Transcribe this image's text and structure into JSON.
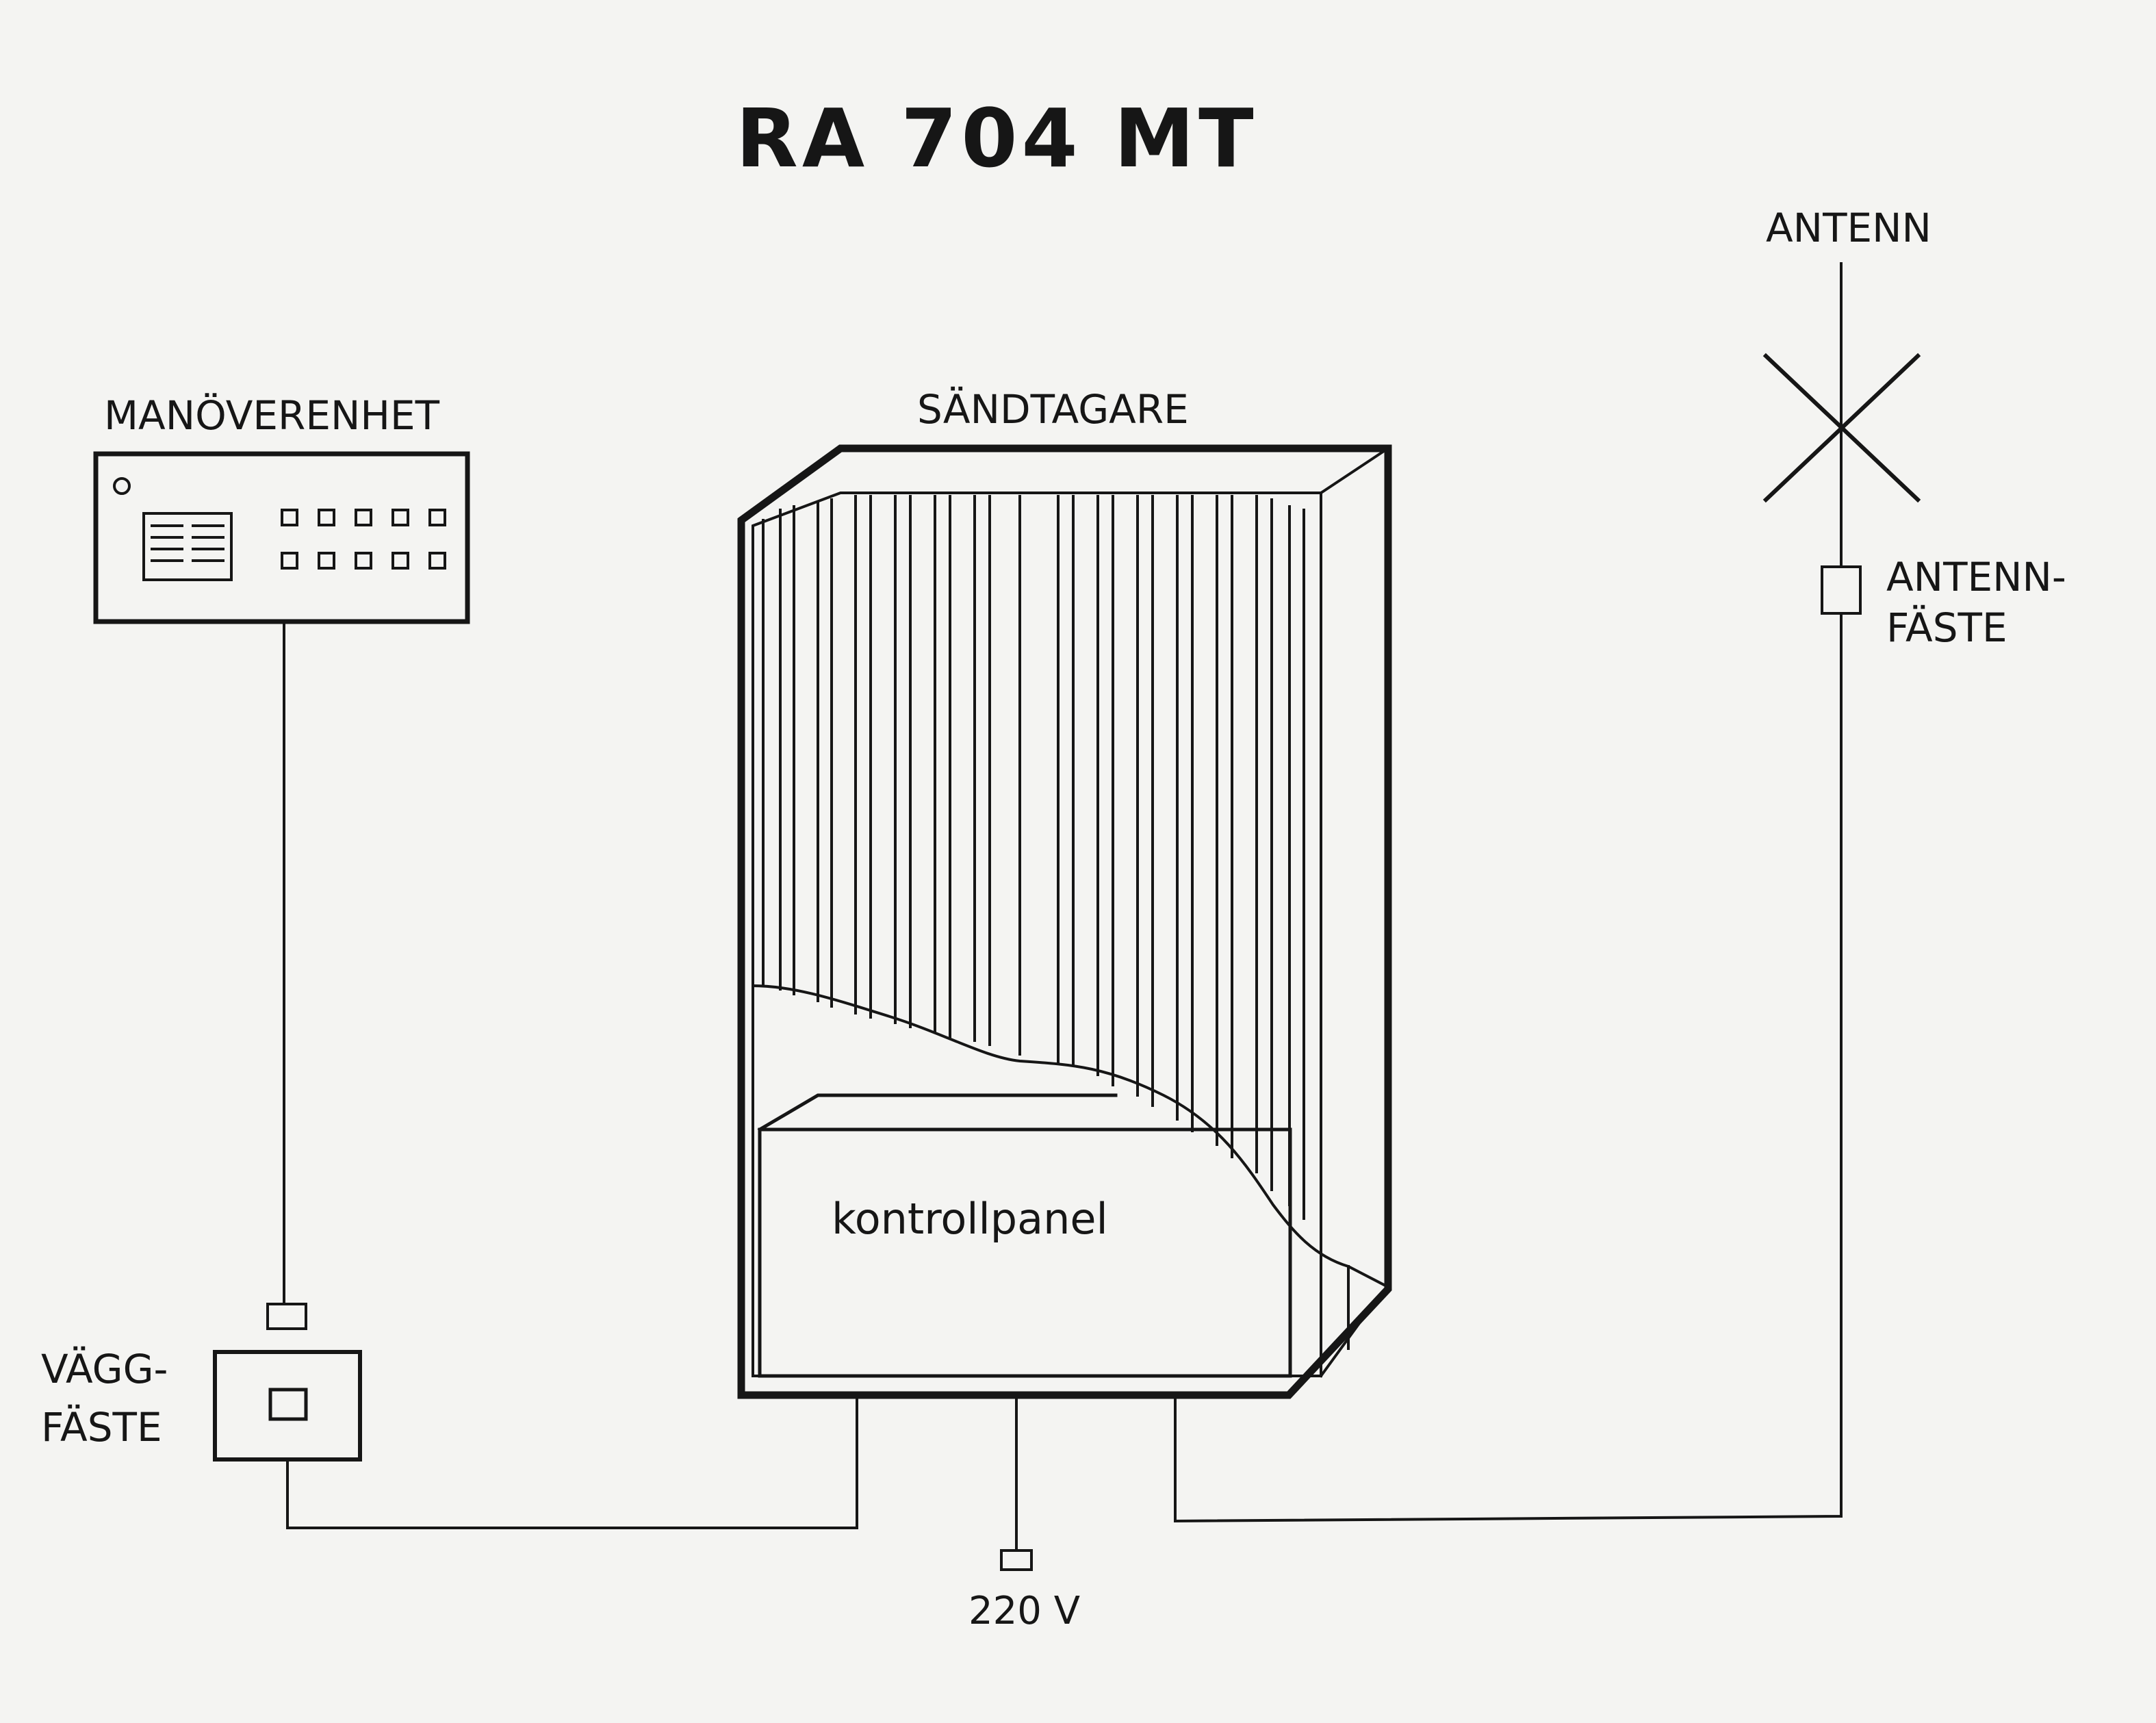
{
  "title": "RA 704 MT",
  "labels": {
    "control_unit": "MANÖVERENHET",
    "transceiver": "SÄNDTAGARE",
    "antenna": "ANTENN",
    "antenna_mount_line1": "ANTENN-",
    "antenna_mount_line2": "FÄSTE",
    "wall_mount_line1": "VÄGG-",
    "wall_mount_line2": "FÄSTE",
    "control_panel": "kontrollpanel",
    "power": "220 V"
  },
  "colors": {
    "ink": "#161616",
    "paper": "#f4f4f2"
  }
}
